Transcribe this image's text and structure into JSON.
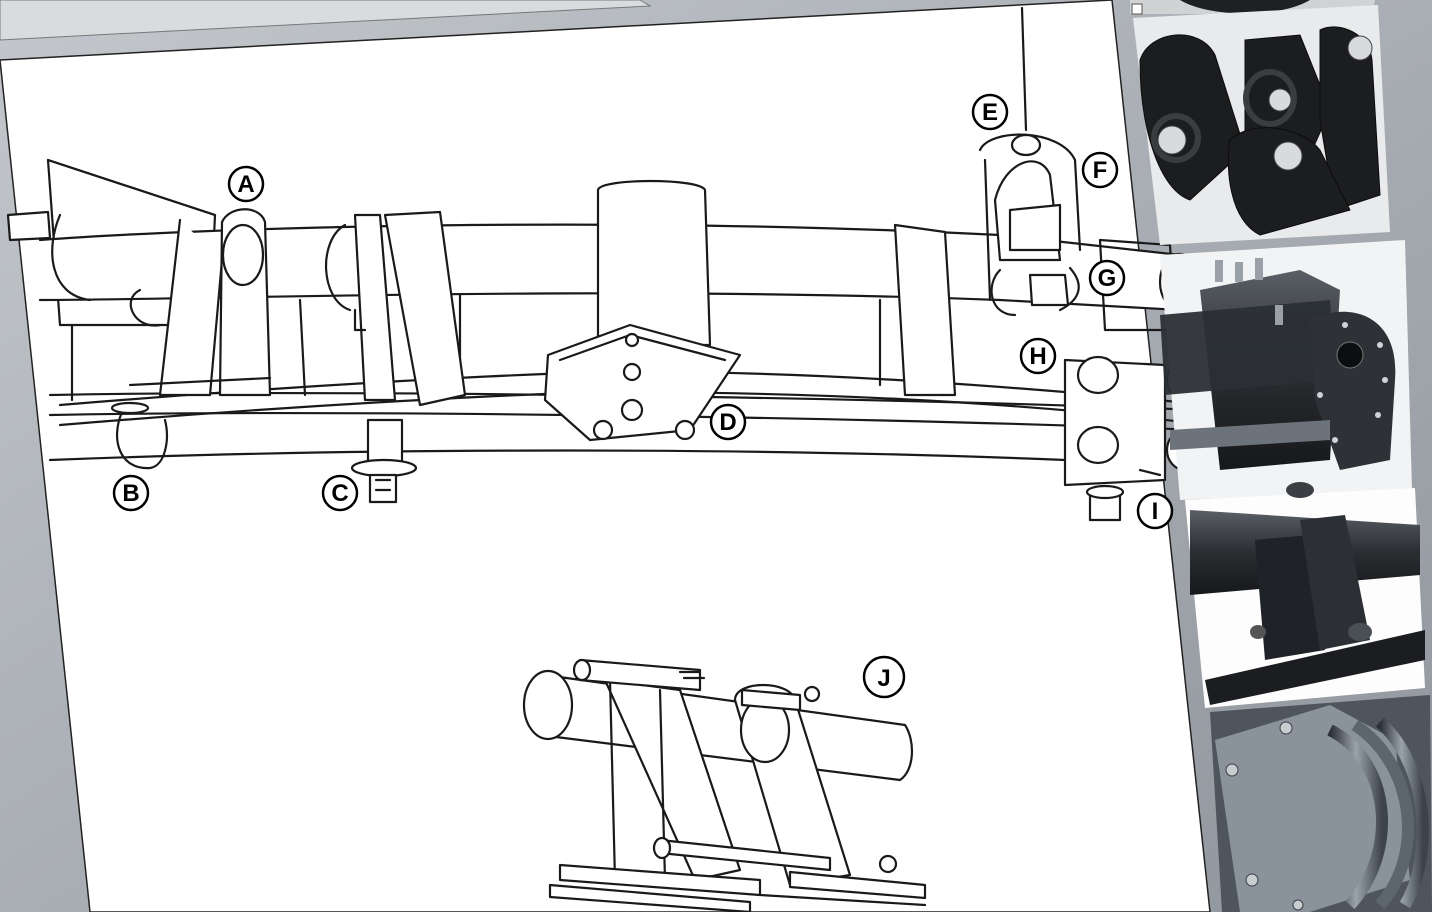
{
  "diagram": {
    "callouts": [
      {
        "id": "a",
        "label": "A"
      },
      {
        "id": "b",
        "label": "B"
      },
      {
        "id": "c",
        "label": "C"
      },
      {
        "id": "d",
        "label": "D"
      },
      {
        "id": "e",
        "label": "E"
      },
      {
        "id": "f",
        "label": "F"
      },
      {
        "id": "g",
        "label": "G"
      },
      {
        "id": "h",
        "label": "H"
      },
      {
        "id": "i",
        "label": "I"
      },
      {
        "id": "j",
        "label": "J"
      }
    ]
  },
  "photos": [
    {
      "subject": "black-rubber-hangers"
    },
    {
      "subject": "suspension-bracket-assembly"
    },
    {
      "subject": "axle-hanger-close-up"
    },
    {
      "subject": "steel-plate-bushing"
    }
  ],
  "colors": {
    "background": "#a9aeb4",
    "sheet": "#ffffff",
    "line": "#1a1a1a"
  }
}
